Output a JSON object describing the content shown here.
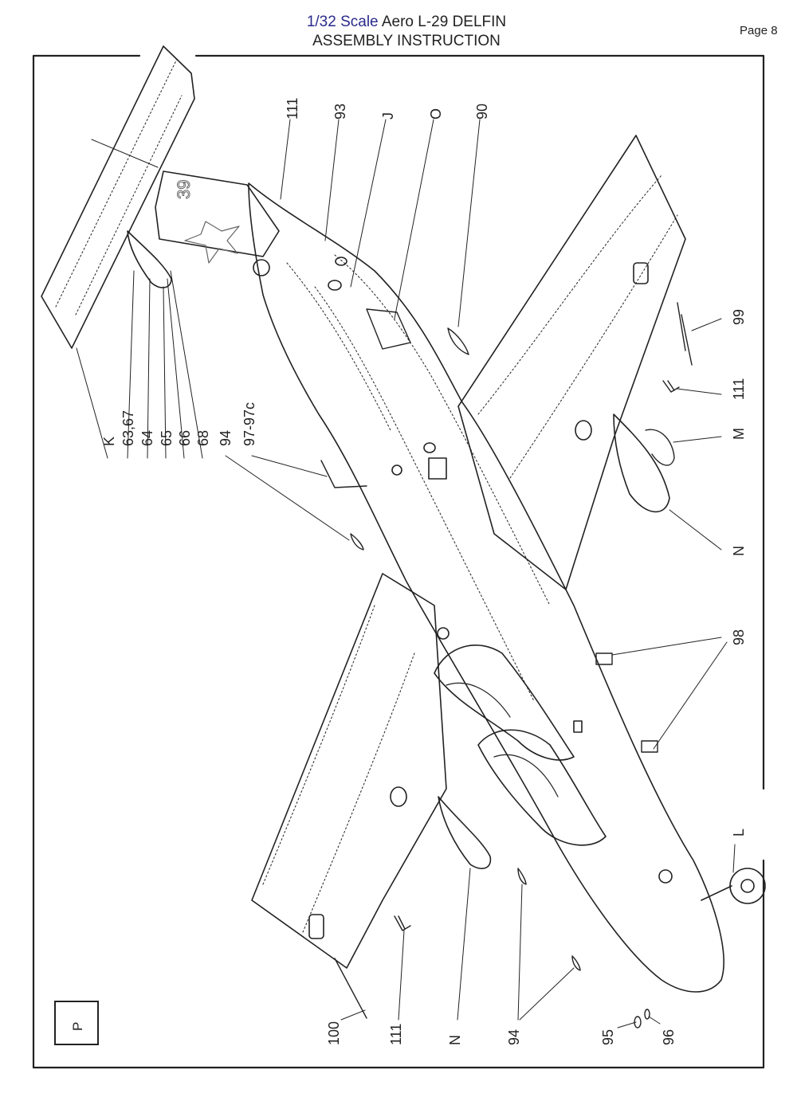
{
  "header": {
    "scale": "1/32 Scale",
    "model": "Aero L-29 DELFIN",
    "subtitle": "ASSEMBLY INSTRUCTION",
    "page": "Page 8"
  },
  "step": "P",
  "callouts": {
    "top": [
      "111",
      "93",
      "J",
      "O",
      "90"
    ],
    "right": [
      "99",
      "111",
      "M",
      "N",
      "98",
      "L"
    ],
    "left": [
      "K",
      "63,67",
      "64",
      "65",
      "66",
      "68",
      "94",
      "97-97c"
    ],
    "bottom": [
      "100",
      "111",
      "N",
      "94",
      "95",
      "96"
    ]
  },
  "markings": {
    "code": "39"
  }
}
